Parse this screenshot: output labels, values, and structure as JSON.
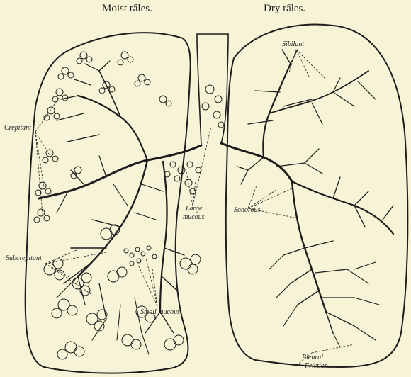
{
  "headings": {
    "left": "Moist râles.",
    "right": "Dry râles."
  },
  "labels": {
    "crepitant": "Crepitant",
    "subcrepitant": "Subcrepitant",
    "large_mucous_1": "Large",
    "large_mucous_2": "mucous",
    "small_mucous": "Small mucous",
    "sibilant": "Sibilant",
    "sonorous": "Sonorous",
    "pleural_1": "Pleural",
    "pleural_2": "Friction."
  },
  "colors": {
    "paper": "#f7f3d6",
    "ink": "#1d1d1d"
  }
}
